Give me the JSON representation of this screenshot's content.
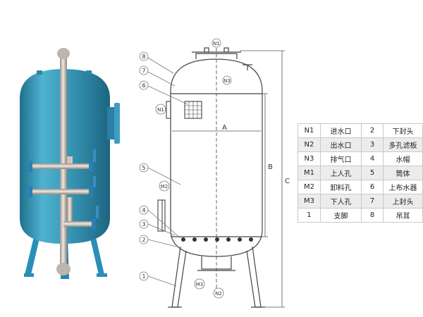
{
  "callouts": {
    "n1_top": "N1",
    "n1_side": "N1",
    "n3": "N3",
    "m2": "M2",
    "m3": "M3",
    "n2": "N2",
    "p1": "1",
    "p2": "2",
    "p3": "3",
    "p4": "4",
    "p5": "5",
    "p6": "6",
    "p7": "7",
    "p8": "8"
  },
  "dimensions": {
    "a": "A",
    "b": "B",
    "c": "C"
  },
  "legend": {
    "rows": [
      {
        "code": "N1",
        "name": "进水口",
        "num": "2",
        "part": "下封头"
      },
      {
        "code": "N2",
        "name": "出水口",
        "num": "3",
        "part": "多孔滤板"
      },
      {
        "code": "N3",
        "name": "排气口",
        "num": "4",
        "part": "水帽"
      },
      {
        "code": "M1",
        "name": "上人孔",
        "num": "5",
        "part": "筒体"
      },
      {
        "code": "M2",
        "name": "卸料孔",
        "num": "6",
        "part": "上布水器"
      },
      {
        "code": "M3",
        "name": "下人孔",
        "num": "7",
        "part": "上封头"
      },
      {
        "code": "1",
        "name": "支脚",
        "num": "8",
        "part": "吊耳"
      }
    ]
  },
  "colors": {
    "tank": "#3f9fbe",
    "tank_dark": "#2b7f9c",
    "pipe": "#c9c2b8",
    "flange": "#2c7fb3",
    "line": "#444444"
  }
}
